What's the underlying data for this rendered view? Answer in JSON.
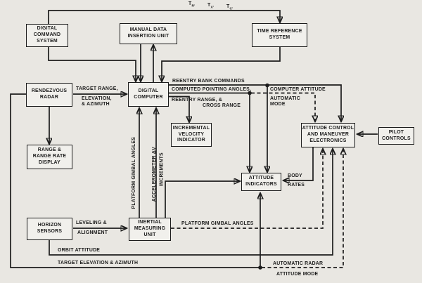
{
  "colors": {
    "background": "#e9e7e2",
    "ink": "#1c1c1c",
    "box_fill": "#f1f0ec"
  },
  "t_labels": [
    {
      "base": "T",
      "sub": "R'"
    },
    {
      "base": "T",
      "sub": "X'"
    },
    {
      "base": "T",
      "sub": "C'"
    }
  ],
  "boxes": {
    "dcs": {
      "label": "DIGITAL\nCOMMAND\nSYSTEM"
    },
    "mdiu": {
      "label": "MANUAL DATA\nINSERTION UNIT"
    },
    "trs": {
      "label": "TIME REFERENCE\nSYSTEM"
    },
    "radar": {
      "label": "RENDEZVOUS\nRADAR"
    },
    "computer": {
      "label": "DIGITAL\nCOMPUTER"
    },
    "range_display": {
      "label": "RANGE &\nRANGE RATE\nDISPLAY"
    },
    "ivi": {
      "label": "INCREMENTAL\nVELOCITY\nINDICATOR"
    },
    "acme": {
      "label": "ATTITUDE CONTROL\nAND MANEUVER\nELECTRONICS"
    },
    "pilot": {
      "label": "PILOT\nCONTROLS"
    },
    "attitude_ind": {
      "label": "ATTITUDE\nINDICATORS"
    },
    "horizon": {
      "label": "HORIZON\nSENSORS"
    },
    "imu": {
      "label": "INERTIAL\nMEASURING\nUNIT"
    }
  },
  "signals": {
    "reentry_bank_commands": "REENTRY BANK COMMANDS",
    "computed_pointing_angles": "COMPUTED POINTING ANGLES,",
    "reentry_range": "REENTRY RANGE, &",
    "cross_range": "CROSS RANGE",
    "computer_attitude": "COMPUTER ATTITUDE",
    "automatic_mode": "AUTOMATIC\nMODE",
    "target_range": "TARGET RANGE,",
    "elevation_azimuth": "ELEVATION,\n& AZIMUTH",
    "platform_gimbal_angles_vertical": "PLATFORM GIMBAL ANGLES",
    "accelerometer_dv": "ACCELEROMETER  ΔV",
    "increments": "INCREMENTS",
    "body": "BODY",
    "rates": "RATES",
    "leveling": "LEVELING &",
    "alignment": "ALIGNMENT",
    "platform_gimbal_angles": "PLATFORM GIMBAL ANGLES",
    "orbit_attitude": "ORBIT ATTITUDE",
    "target_elevation_azimuth": "TARGET ELEVATION & AZIMUTH",
    "automatic_radar": "AUTOMATIC RADAR",
    "attitude_mode": "ATTITUDE MODE"
  }
}
